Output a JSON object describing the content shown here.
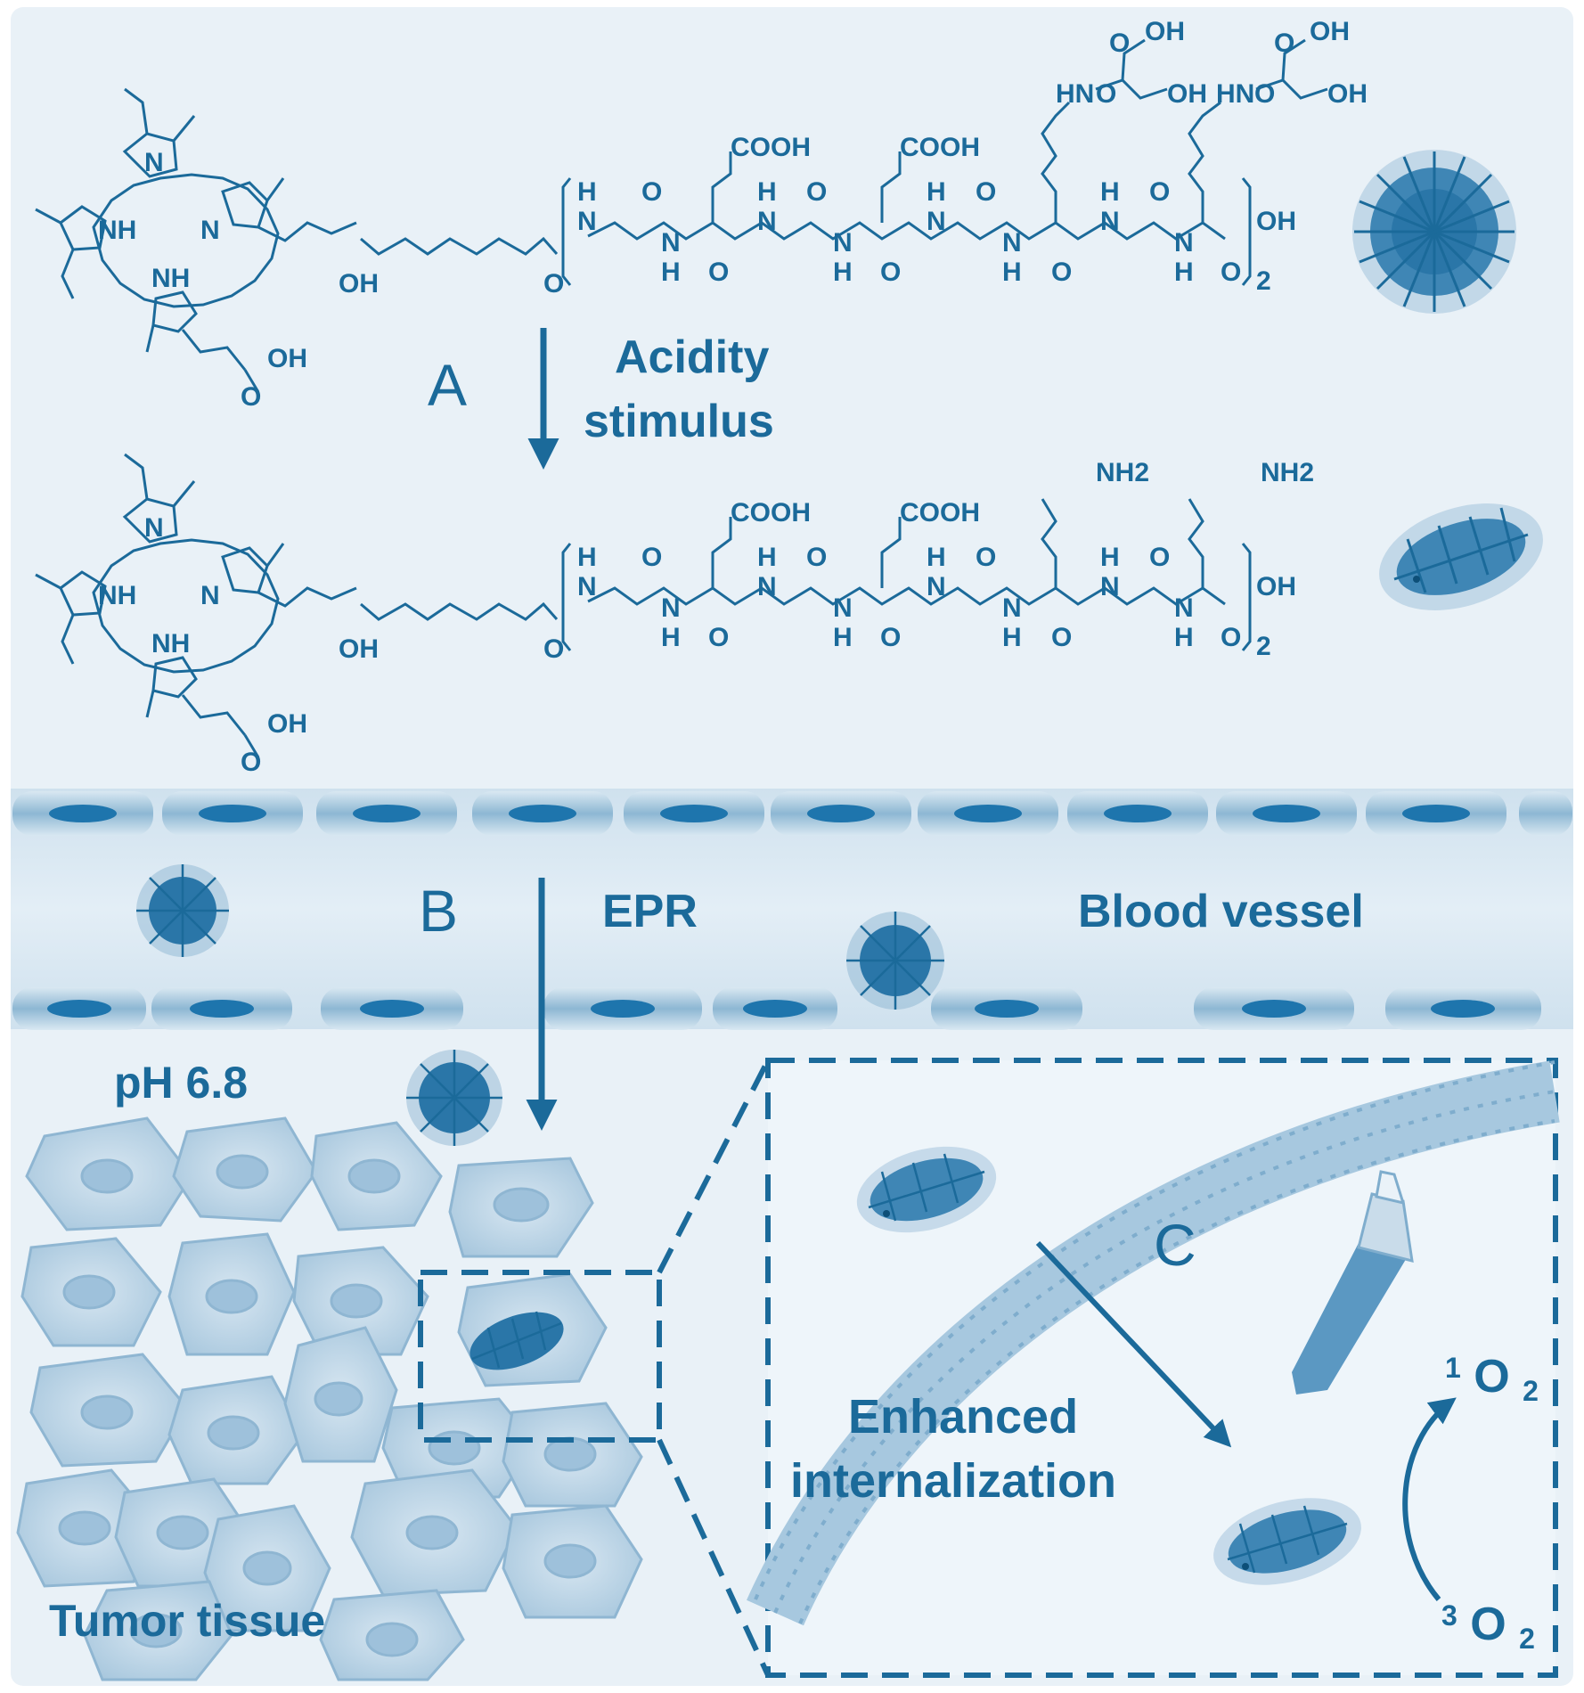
{
  "colors": {
    "ink": "#1b6a9a",
    "background": "#e9f1f7",
    "vessel": "#d4e5f0",
    "cell_fill": "#b9d3e6"
  },
  "labels": {
    "step_a": "A",
    "step_a_text_1": "Acidity",
    "step_a_text_2": "stimulus",
    "step_b": "B",
    "epr": "EPR",
    "blood_vessel": "Blood vessel",
    "ph": "pH 6.8",
    "tumor_tissue": "Tumor tissue",
    "step_c": "C",
    "enhanced_1": "Enhanced",
    "enhanced_2": "internalization",
    "singlet_oxygen_sup": "1",
    "singlet_oxygen_main": "O",
    "singlet_oxygen_sub": "2",
    "triplet_oxygen_sup": "3",
    "triplet_oxygen_main": "O",
    "triplet_oxygen_sub": "2"
  },
  "chem_top": {
    "groups": [
      "COOH",
      "COOH",
      "O",
      "OH",
      "O",
      "OH",
      "HN",
      "O",
      "OH",
      "HN",
      "O",
      "OH",
      "NH",
      "NH",
      "N",
      "N",
      "OH",
      "O",
      "OH",
      "O",
      "H",
      "N",
      "O",
      "N",
      "H",
      "O",
      "H",
      "N",
      "O",
      "N",
      "H",
      "O",
      "H",
      "N",
      "O",
      "N",
      "H",
      "O",
      "H",
      "N",
      "O",
      "N",
      "H",
      "O",
      "2",
      "OH"
    ]
  },
  "chem_bottom": {
    "groups": [
      "COOH",
      "COOH",
      "NH2",
      "NH2",
      "NH",
      "NH",
      "N",
      "N",
      "OH",
      "O",
      "OH",
      "O",
      "H",
      "N",
      "O",
      "N",
      "H",
      "O",
      "H",
      "N",
      "O",
      "N",
      "H",
      "O",
      "H",
      "N",
      "O",
      "N",
      "H",
      "O",
      "H",
      "N",
      "O",
      "N",
      "H",
      "O",
      "2",
      "OH"
    ]
  }
}
